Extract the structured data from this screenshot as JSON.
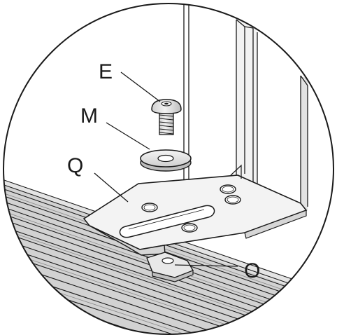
{
  "callouts": {
    "e": "E",
    "m": "M",
    "q": "Q",
    "o": "O"
  },
  "colors": {
    "line": "#1a1a1a",
    "background": "#ffffff",
    "shade_light": "#eeeeee",
    "shade_mid": "#d6d6d6",
    "shade_dark": "#a9a9a9"
  }
}
